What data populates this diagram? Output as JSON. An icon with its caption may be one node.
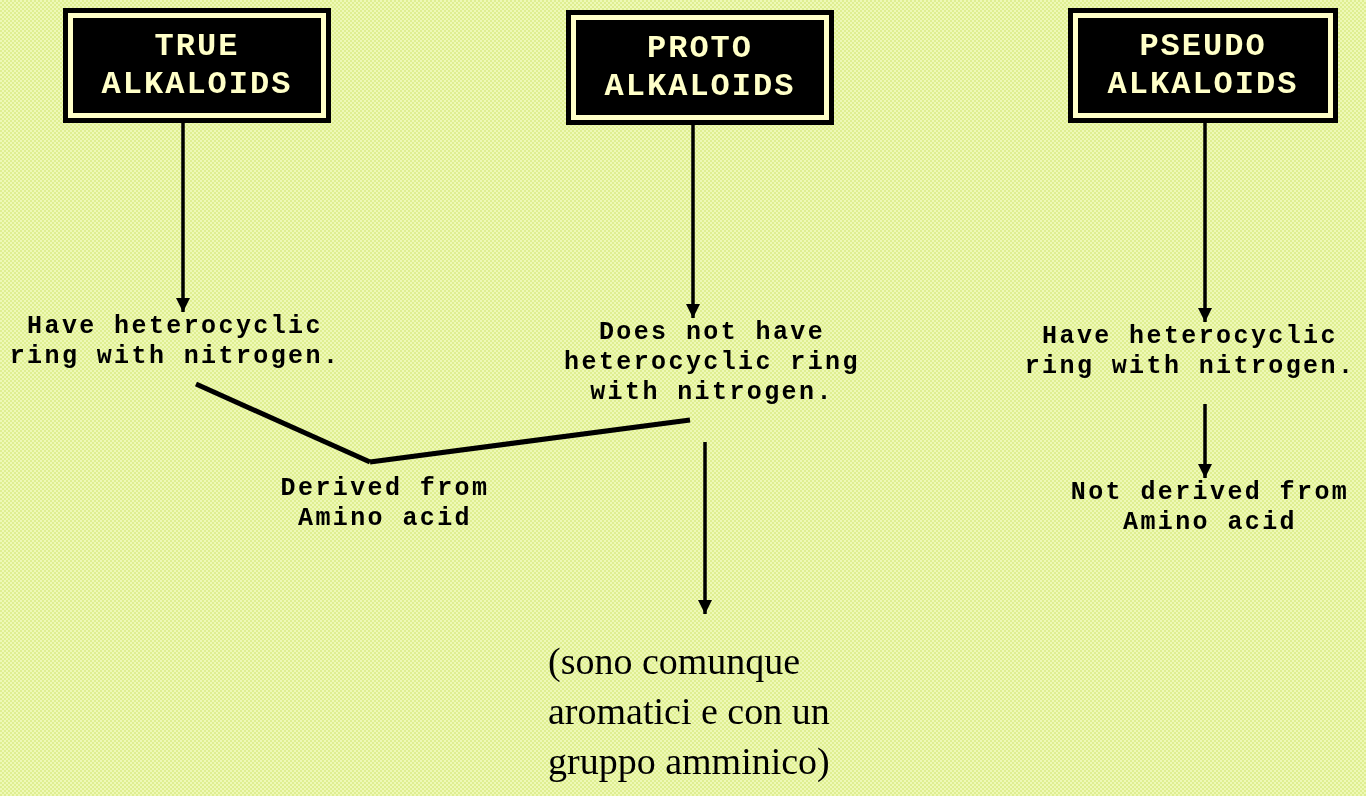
{
  "diagram": {
    "nodes": [
      {
        "text": [
          "TRUE ALKALOIDS"
        ]
      },
      {
        "text": [
          "PROTO ALKALOIDS"
        ]
      },
      {
        "text": [
          "PSEUDO ALKALOIDS"
        ]
      },
      {
        "text": [
          "Have heterocyclic ring with nitrogen."
        ]
      },
      {
        "text": [
          "Does not have heterocyclic ring with nitrogen."
        ]
      },
      {
        "text": [
          "Have heterocyclic ring with nitrogen."
        ]
      },
      {
        "text": [
          "Derived from Amino acid"
        ]
      },
      {
        "text": [
          "Not derived from Amino acid"
        ]
      },
      {
        "text": [
          "(sono comunque aromatici e con un gruppo amminico)"
        ]
      }
    ],
    "edges": [
      {
        "from": 0,
        "to": 3,
        "arrow": "to"
      },
      {
        "from": 1,
        "to": 4,
        "arrow": "to"
      },
      {
        "from": 2,
        "to": 5,
        "arrow": "to"
      },
      {
        "from": 3,
        "to": 6,
        "arrow": "none"
      },
      {
        "from": 4,
        "to": 6,
        "arrow": "none"
      },
      {
        "from": 4,
        "to": 8,
        "arrow": "to"
      },
      {
        "from": 5,
        "to": 7,
        "arrow": "to"
      }
    ]
  }
}
